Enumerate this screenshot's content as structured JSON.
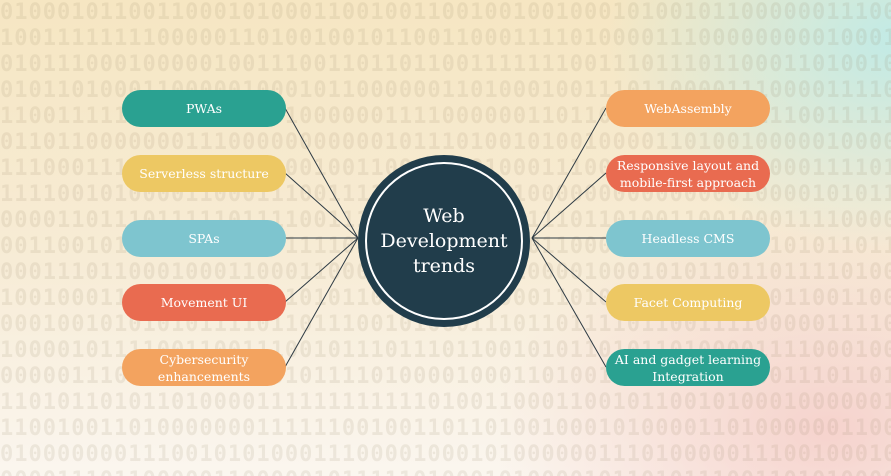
{
  "center": {
    "line1": "Web",
    "line2": "Development",
    "line3": "trends"
  },
  "left_nodes": [
    {
      "label": "PWAs",
      "color": "#2aa191"
    },
    {
      "label": "Serverless structure",
      "color": "#edc863"
    },
    {
      "label": "SPAs",
      "color": "#7ec5cf"
    },
    {
      "label": "Movement UI",
      "color": "#e96b50"
    },
    {
      "label": "Cybersecurity enhancements",
      "color": "#f3a35f"
    }
  ],
  "right_nodes": [
    {
      "label": "WebAssembly",
      "color": "#f3a35f"
    },
    {
      "label": "Responsive layout and mobile-first approach",
      "color": "#e96b50"
    },
    {
      "label": "Headless CMS",
      "color": "#7ec5cf"
    },
    {
      "label": "Facet Computing",
      "color": "#edc863"
    },
    {
      "label": "AI and gadget learning Integration",
      "color": "#2aa191"
    }
  ],
  "hub_color": "#213d4b",
  "line_color": "#2e3b44"
}
